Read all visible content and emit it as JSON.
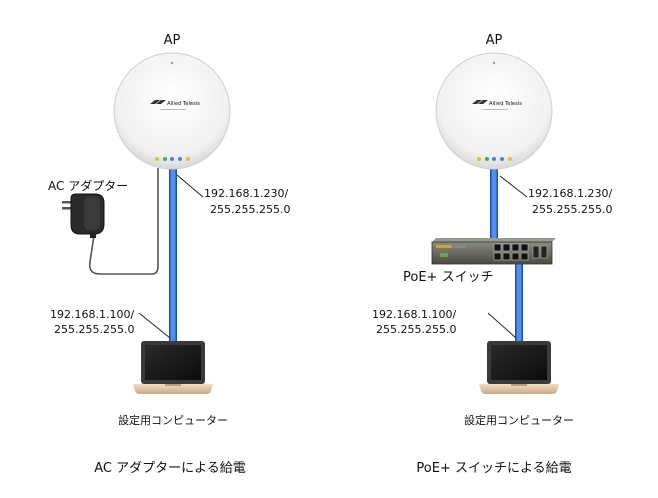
{
  "left": {
    "ap_label": "AP",
    "brand": "Allied Telesis",
    "adapter_label": "AC アダプター",
    "ap_ip": "192.168.1.230/",
    "ap_mask": "255.255.255.0",
    "pc_ip": "192.168.1.100/",
    "pc_mask": "255.255.255.0",
    "pc_label": "設定用コンピューター",
    "caption": "AC アダプターによる給電"
  },
  "right": {
    "ap_label": "AP",
    "brand": "Allied Telesis",
    "switch_label": "PoE+ スイッチ",
    "ap_ip": "192.168.1.230/",
    "ap_mask": "255.255.255.0",
    "pc_ip": "192.168.1.100/",
    "pc_mask": "255.255.255.0",
    "pc_label": "設定用コンピューター",
    "caption": "PoE+ スイッチによる給電"
  },
  "colors": {
    "cable": "#3f7fe0",
    "cable_edge": "#1f4fa8",
    "led_colors": [
      "#e0c030",
      "#38b050",
      "#4a7ee0",
      "#4a7ee0",
      "#e0c030"
    ]
  }
}
